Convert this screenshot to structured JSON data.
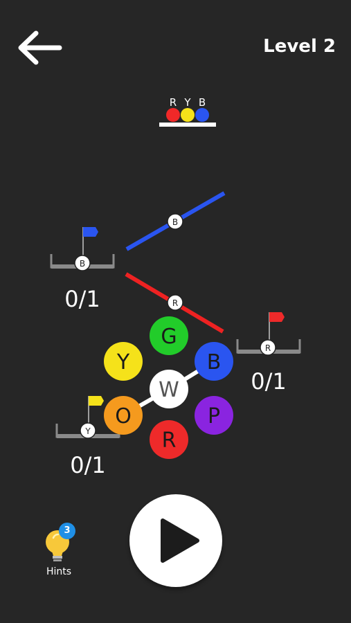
{
  "header": {
    "back_icon": "arrow-left-icon",
    "level_title": "Level 2"
  },
  "target_sequence": {
    "letters": [
      "R",
      "Y",
      "B"
    ],
    "colors": [
      "#f02828",
      "#f5e21a",
      "#2a55f0"
    ]
  },
  "ramps": [
    {
      "id": "blue",
      "color": "#2a55f0",
      "label": "B"
    },
    {
      "id": "red",
      "color": "#ee2222",
      "label": "R"
    }
  ],
  "cups": [
    {
      "id": "blue",
      "label": "B",
      "flag_color": "#2a55f0",
      "count": "0/1"
    },
    {
      "id": "red",
      "label": "R",
      "flag_color": "#ee2a2a",
      "count": "0/1"
    },
    {
      "id": "yellow",
      "label": "Y",
      "flag_color": "#f5e21a",
      "count": "0/1"
    }
  ],
  "wheel": {
    "balls": [
      {
        "letter": "G",
        "color": "#22cc2a",
        "text_color": "#1a1a1a"
      },
      {
        "letter": "Y",
        "color": "#f5e21a",
        "text_color": "#1a1a1a"
      },
      {
        "letter": "B",
        "color": "#2a55f0",
        "text_color": "#1a1a1a"
      },
      {
        "letter": "W",
        "color": "#ffffff",
        "text_color": "#555555"
      },
      {
        "letter": "O",
        "color": "#f59a1e",
        "text_color": "#1a1a1a"
      },
      {
        "letter": "P",
        "color": "#8a24e0",
        "text_color": "#1a1a1a"
      },
      {
        "letter": "R",
        "color": "#ee2a2a",
        "text_color": "#1a1a1a"
      }
    ]
  },
  "footer": {
    "hints_label": "Hints",
    "hints_count": "3",
    "hints_icon": "lightbulb-icon",
    "play_icon": "play-icon"
  }
}
